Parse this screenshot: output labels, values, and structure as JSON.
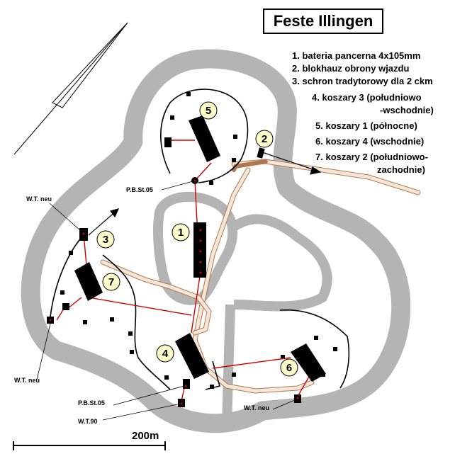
{
  "title": "Feste Illingen",
  "legend": [
    {
      "num": "1.",
      "text": "bateria pancerna 4x105mm"
    },
    {
      "num": "2.",
      "text": "blokhauz obrony wjazdu"
    },
    {
      "num": "3.",
      "text": "schron tradytorowy dla 2 ckm"
    },
    {
      "num": "4.",
      "text": "koszary 3  (południowo"
    },
    {
      "num": "",
      "text": "-wschodnie)"
    },
    {
      "num": "5.",
      "text": "koszary 1 (północne)"
    },
    {
      "num": "6.",
      "text": "koszary 4 (wschodnie)"
    },
    {
      "num": "7.",
      "text": "koszary 2 (południowo-"
    },
    {
      "num": "",
      "text": "zachodnie)"
    }
  ],
  "markers": [
    "1",
    "2",
    "3",
    "4",
    "5",
    "6",
    "7"
  ],
  "labels": {
    "pbst_top": "P.B.St.05",
    "wt_neu_upper": "W.T. neu",
    "wt_neu_left": "W.T. neu",
    "pbst_bottom": "P.B.St.05",
    "wt90": "W.T.90",
    "wt_neu_right": "W.T. neu"
  },
  "scale": {
    "label": "200m"
  },
  "colors": {
    "ditch": "#b4b4b4",
    "background": "#ffffff",
    "marker_fill": "#ffffcc",
    "connection": "#cc0000",
    "path_fill": "#f5e6d7",
    "path_edge": "#b07850",
    "building": "#000000"
  }
}
